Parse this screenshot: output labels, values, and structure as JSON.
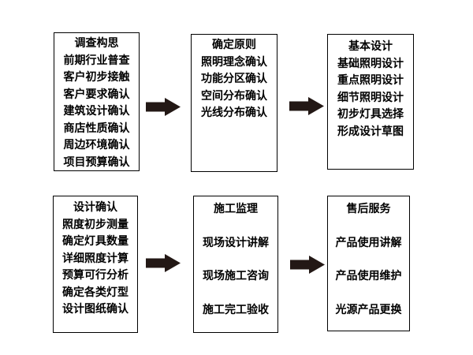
{
  "diagram": {
    "background_color": "#ffffff",
    "box_border_color": "#000000",
    "text_color": "#000000",
    "arrow_color": "#231815",
    "boxes": [
      {
        "title": "调查构思",
        "items": [
          "前期行业普查",
          "客户初步接触",
          "客户要求确认",
          "建筑设计确认",
          "商店性质确认",
          "周边环境确认",
          "项目预算确认"
        ]
      },
      {
        "title": "确定原则",
        "items": [
          "照明理念确认",
          "功能分区确认",
          "空间分布确认",
          "光线分布确认"
        ]
      },
      {
        "title": "基本设计",
        "items": [
          "基础照明设计",
          "重点照明设计",
          "细节照明设计",
          "初步灯具选择",
          "形成设计草图"
        ]
      },
      {
        "title": "设计确认",
        "items": [
          "照度初步测量",
          "确定灯具数量",
          "详细照度计算",
          "预算可行分析",
          "确定各类灯型",
          "设计图纸确认"
        ]
      },
      {
        "title": "施工监理",
        "items": [
          "现场设计讲解",
          "现场施工咨询",
          "施工完工验收"
        ]
      },
      {
        "title": "售后服务",
        "items": [
          "产品使用讲解",
          "产品使用维护",
          "光源产品更换"
        ]
      }
    ]
  }
}
